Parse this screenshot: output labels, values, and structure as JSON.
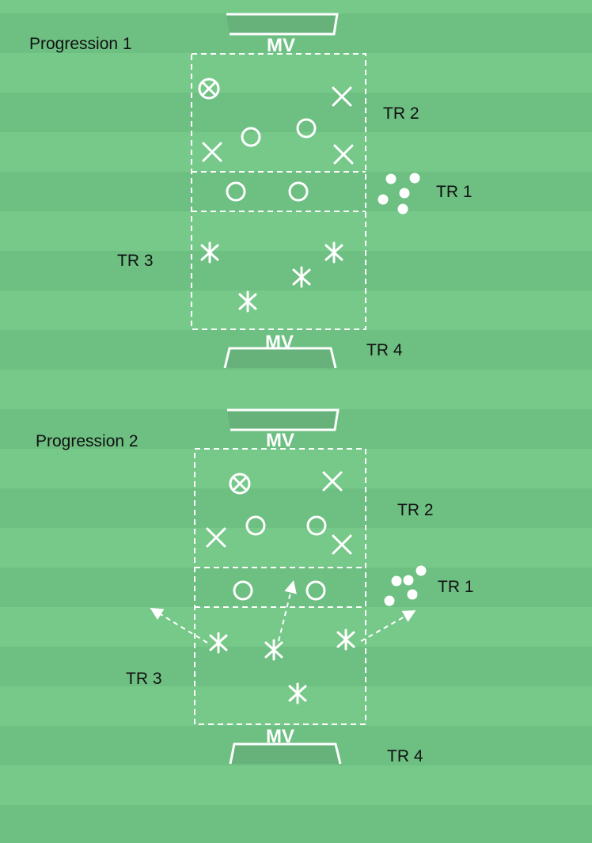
{
  "colors": {
    "field_light": "#77c98a",
    "field_dark": "#6dbf82",
    "lines": "#ffffff",
    "text": "#111111"
  },
  "diagrams": [
    {
      "title": "Progression 1",
      "goal_top_label": "MV",
      "goal_bottom_label": "MV",
      "zones": {
        "tr1": "TR 1",
        "tr2": "TR 2",
        "tr3": "TR 3",
        "tr4": "TR 4"
      },
      "symbols": [
        "circled-x-icon",
        "x-icon",
        "circle-icon",
        "asterisk-icon",
        "ball-icon"
      ]
    },
    {
      "title": "Progression 2",
      "goal_top_label": "MV",
      "goal_bottom_label": "MV",
      "zones": {
        "tr1": "TR 1",
        "tr2": "TR 2",
        "tr3": "TR 3",
        "tr4": "TR 4"
      },
      "symbols": [
        "circled-x-icon",
        "x-icon",
        "circle-icon",
        "asterisk-icon",
        "ball-icon",
        "arrow-icon"
      ]
    }
  ]
}
